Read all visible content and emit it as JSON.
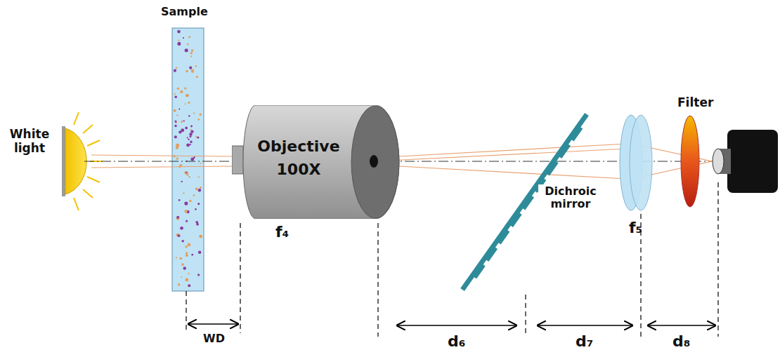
{
  "diagram": {
    "nodes": [
      {
        "text": [
          "Objective 100X"
        ]
      }
    ],
    "labels": [
      "Sample",
      "White light",
      "f₄",
      "Dichroic mirror",
      "f₅",
      "Filter",
      "WD",
      "d₆",
      "d₇",
      "d₈"
    ]
  }
}
